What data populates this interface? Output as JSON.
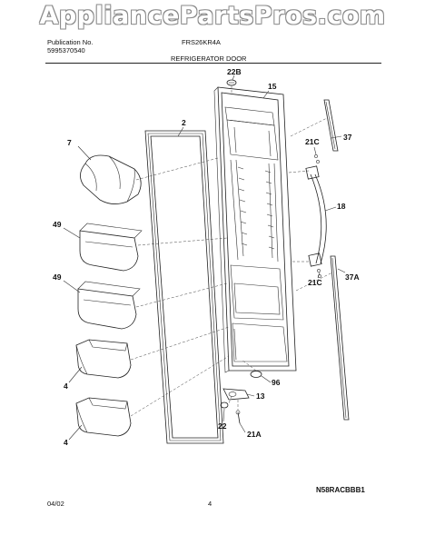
{
  "header": {
    "watermark": "AppliancePartsPros.com",
    "publication_label": "Publication No.",
    "publication_number": "5995370540",
    "model": "FRS26KR4A",
    "section_title": "REFRIGERATOR DOOR"
  },
  "callouts": [
    "22B",
    "15",
    "2",
    "37",
    "21C",
    "7",
    "18",
    "49",
    "49",
    "21C",
    "37A",
    "96",
    "13",
    "4",
    "22",
    "21A",
    "4"
  ],
  "footer": {
    "date": "04/02",
    "page": "4",
    "code": "N58RACBBB1"
  }
}
